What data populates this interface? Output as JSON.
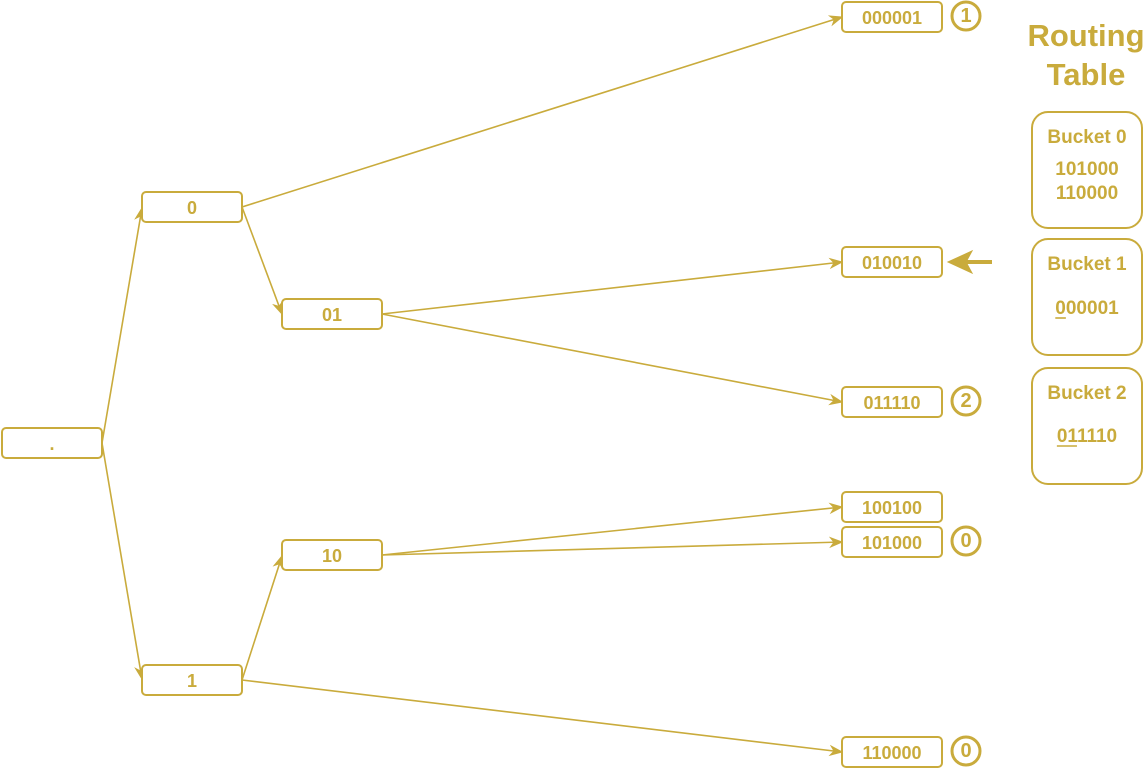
{
  "colors": {
    "accent": "#c9ab3c",
    "background": "#ffffff"
  },
  "tree": {
    "nodes": [
      {
        "id": "root",
        "label": "."
      },
      {
        "id": "n0",
        "label": "0"
      },
      {
        "id": "n1",
        "label": "1"
      },
      {
        "id": "n01",
        "label": "01"
      },
      {
        "id": "n10",
        "label": "10"
      },
      {
        "id": "l000001",
        "label": "000001"
      },
      {
        "id": "l010010",
        "label": "010010"
      },
      {
        "id": "l011110",
        "label": "011110"
      },
      {
        "id": "l100100",
        "label": "100100"
      },
      {
        "id": "l101000",
        "label": "101000"
      },
      {
        "id": "l110000",
        "label": "110000"
      }
    ],
    "edges": [
      {
        "from": "root",
        "to": "n0"
      },
      {
        "from": "root",
        "to": "n1"
      },
      {
        "from": "n0",
        "to": "l000001"
      },
      {
        "from": "n0",
        "to": "n01"
      },
      {
        "from": "n01",
        "to": "l010010"
      },
      {
        "from": "n01",
        "to": "l011110"
      },
      {
        "from": "n1",
        "to": "n10"
      },
      {
        "from": "n1",
        "to": "l110000"
      },
      {
        "from": "n10",
        "to": "l100100"
      },
      {
        "from": "n10",
        "to": "l101000"
      }
    ],
    "badges": [
      {
        "node": "l000001",
        "label": "1"
      },
      {
        "node": "l011110",
        "label": "2"
      },
      {
        "node": "l101000",
        "label": "0"
      },
      {
        "node": "l110000",
        "label": "0"
      }
    ],
    "current_node_pointer": {
      "node": "l010010",
      "icon": "left-arrow-icon"
    }
  },
  "routing_table": {
    "title_line1": "Routing",
    "title_line2": "Table",
    "buckets": [
      {
        "title": "Bucket 0",
        "entries": [
          {
            "text": "101000",
            "underline_chars": 0
          },
          {
            "text": "110000",
            "underline_chars": 0
          }
        ]
      },
      {
        "title": "Bucket 1",
        "entries": [
          {
            "text": "000001",
            "underline_chars": 1
          }
        ]
      },
      {
        "title": "Bucket 2",
        "entries": [
          {
            "text": "011110",
            "underline_chars": 2
          }
        ]
      }
    ]
  }
}
